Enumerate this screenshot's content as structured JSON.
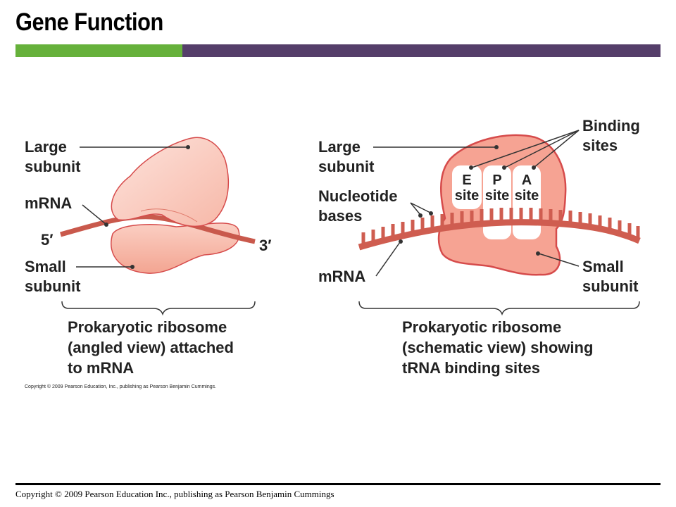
{
  "slide": {
    "title": "Gene Function",
    "footer": "Copyright © 2009 Pearson Education Inc., publishing as Pearson Benjamin Cummings",
    "colors": {
      "accent_green": "#66b13b",
      "accent_purple": "#553e6a",
      "ribosome_fill": "#f6a393",
      "ribosome_outline": "#d64b4b",
      "mrna": "#d25c50"
    }
  },
  "figure": {
    "left": {
      "large_subunit_label": [
        "Large",
        "subunit"
      ],
      "mrna_label": "mRNA",
      "five_prime": "5′",
      "three_prime": "3′",
      "small_subunit_label": [
        "Small",
        "subunit"
      ],
      "caption": [
        "Prokaryotic ribosome",
        "(angled view) attached",
        "to mRNA"
      ]
    },
    "right": {
      "large_subunit_label": [
        "Large",
        "subunit"
      ],
      "binding_sites_label": [
        "Binding",
        "sites"
      ],
      "nucleotide_label": [
        "Nucleotide",
        "bases"
      ],
      "mrna_label": "mRNA",
      "small_subunit_label": [
        "Small",
        "subunit"
      ],
      "sites": [
        {
          "letter": "E",
          "word": "site"
        },
        {
          "letter": "P",
          "word": "site"
        },
        {
          "letter": "A",
          "word": "site"
        }
      ],
      "caption": [
        "Prokaryotic ribosome",
        "(schematic view) showing",
        "tRNA binding sites"
      ]
    },
    "copyright": "Copyright © 2009 Pearson Education, Inc., publishing as Pearson Benjamin Cummings."
  }
}
